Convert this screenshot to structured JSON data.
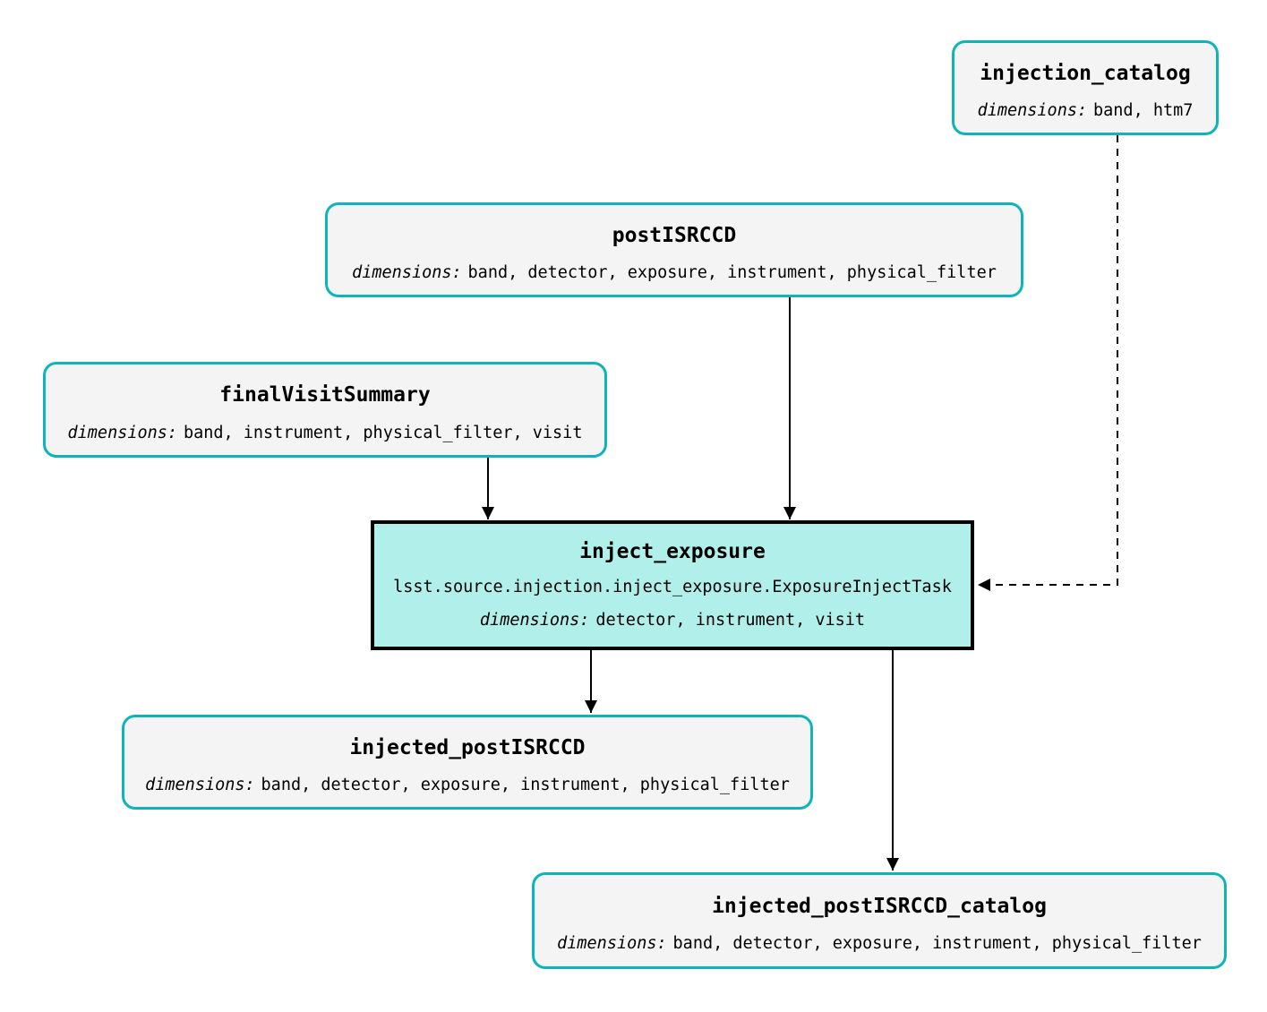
{
  "colors": {
    "background": "#ffffff",
    "dataset_border": "#0db4bc",
    "dataset_fill": "#f4f4f4",
    "task_border": "#000000",
    "task_fill": "#b1efea",
    "edge": "#000000"
  },
  "nodes": {
    "injection_catalog": {
      "type": "dataset",
      "title": "injection_catalog",
      "dims_label": "dimensions:",
      "dims": "band, htm7"
    },
    "postISRCCD": {
      "type": "dataset",
      "title": "postISRCCD",
      "dims_label": "dimensions:",
      "dims": "band, detector, exposure, instrument, physical_filter"
    },
    "finalVisitSummary": {
      "type": "dataset",
      "title": "finalVisitSummary",
      "dims_label": "dimensions:",
      "dims": "band, instrument, physical_filter, visit"
    },
    "inject_exposure": {
      "type": "task",
      "title": "inject_exposure",
      "task_class": "lsst.source.injection.inject_exposure.ExposureInjectTask",
      "dims_label": "dimensions:",
      "dims": "detector, instrument, visit"
    },
    "injected_postISRCCD": {
      "type": "dataset",
      "title": "injected_postISRCCD",
      "dims_label": "dimensions:",
      "dims": "band, detector, exposure, instrument, physical_filter"
    },
    "injected_postISRCCD_catalog": {
      "type": "dataset",
      "title": "injected_postISRCCD_catalog",
      "dims_label": "dimensions:",
      "dims": "band, detector, exposure, instrument, physical_filter"
    }
  },
  "edges": [
    {
      "from": "postISRCCD",
      "to": "inject_exposure",
      "style": "solid"
    },
    {
      "from": "finalVisitSummary",
      "to": "inject_exposure",
      "style": "solid"
    },
    {
      "from": "injection_catalog",
      "to": "inject_exposure",
      "style": "dashed"
    },
    {
      "from": "inject_exposure",
      "to": "injected_postISRCCD",
      "style": "solid"
    },
    {
      "from": "inject_exposure",
      "to": "injected_postISRCCD_catalog",
      "style": "solid"
    }
  ]
}
